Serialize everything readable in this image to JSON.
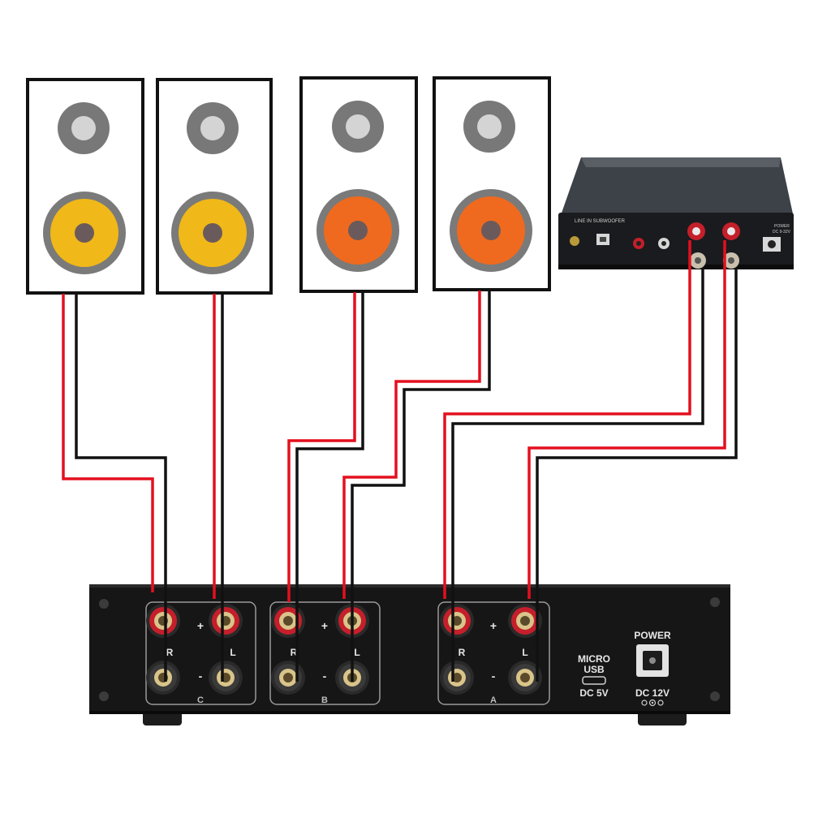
{
  "colors": {
    "wire_positive": "#e3101e",
    "wire_negative": "#111111",
    "tweeter_outer": "#787878",
    "tweeter_inner": "#d4d4d4",
    "woofer_outer": "#7a7a7a",
    "woofer_yellow": "#f0b818",
    "woofer_orange": "#ef6a1e",
    "woofer_center": "#6b5a5c",
    "switch_body": "#151515",
    "post_red": "#c41f2a",
    "post_black": "#3a3a3a"
  },
  "speakers": [
    {
      "id": "speaker-1",
      "woofer": "yellow"
    },
    {
      "id": "speaker-2",
      "woofer": "yellow"
    },
    {
      "id": "speaker-3",
      "woofer": "orange"
    },
    {
      "id": "speaker-4",
      "woofer": "orange"
    }
  ],
  "switcher": {
    "groups": [
      {
        "letter": "C",
        "plus": "+",
        "minus": "-",
        "left": "R",
        "right": "L"
      },
      {
        "letter": "B",
        "plus": "+",
        "minus": "-",
        "left": "R",
        "right": "L"
      },
      {
        "letter": "A",
        "plus": "+",
        "minus": "-",
        "left": "R",
        "right": "L"
      }
    ],
    "micro_usb_line1": "MICRO",
    "micro_usb_line2": "USB",
    "dc5v": "DC 5V",
    "power": "POWER",
    "dc12v": "DC 12V"
  }
}
